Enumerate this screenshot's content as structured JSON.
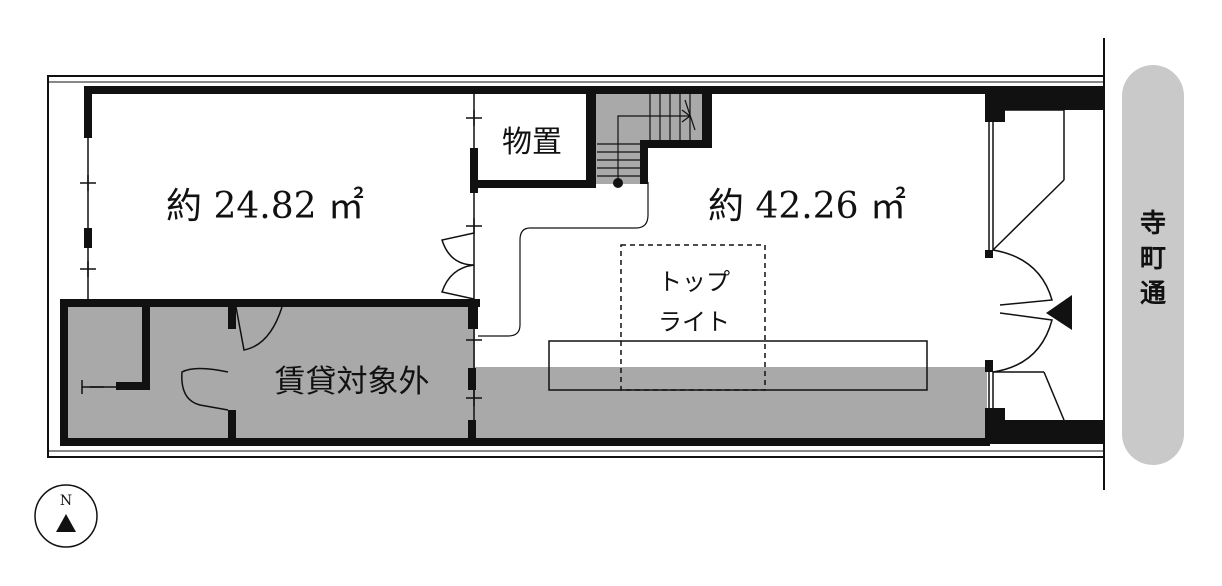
{
  "rooms": {
    "left_area": "約 24.82 ㎡",
    "right_area": "約 42.26 ㎡",
    "storage": "物置",
    "excluded": "賃貸対象外",
    "skylight_line1": "トップ",
    "skylight_line2": "ライト"
  },
  "street": {
    "name": "寺町通"
  },
  "compass": {
    "north": "N"
  },
  "colors": {
    "wall": "#111111",
    "excluded_fill": "#a9a9a9",
    "street_fill": "#c9c9c9"
  }
}
